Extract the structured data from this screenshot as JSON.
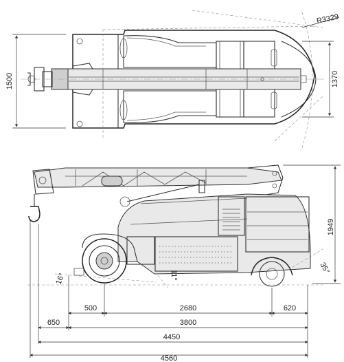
{
  "top_view": {
    "width_label": "1500",
    "track_label": "1370",
    "radius_label": "R3329"
  },
  "side_view": {
    "height_label": "1949",
    "approach_angle_label": "16°",
    "tilt_angle_label": "11°",
    "departure_angle_label": "35°"
  },
  "dimensions": {
    "front_overhang": "500",
    "wheelbase": "2680",
    "rear_overhang": "620",
    "hook_reach": "650",
    "base_length": "3800",
    "length_a": "4450",
    "length_total": "4560"
  }
}
